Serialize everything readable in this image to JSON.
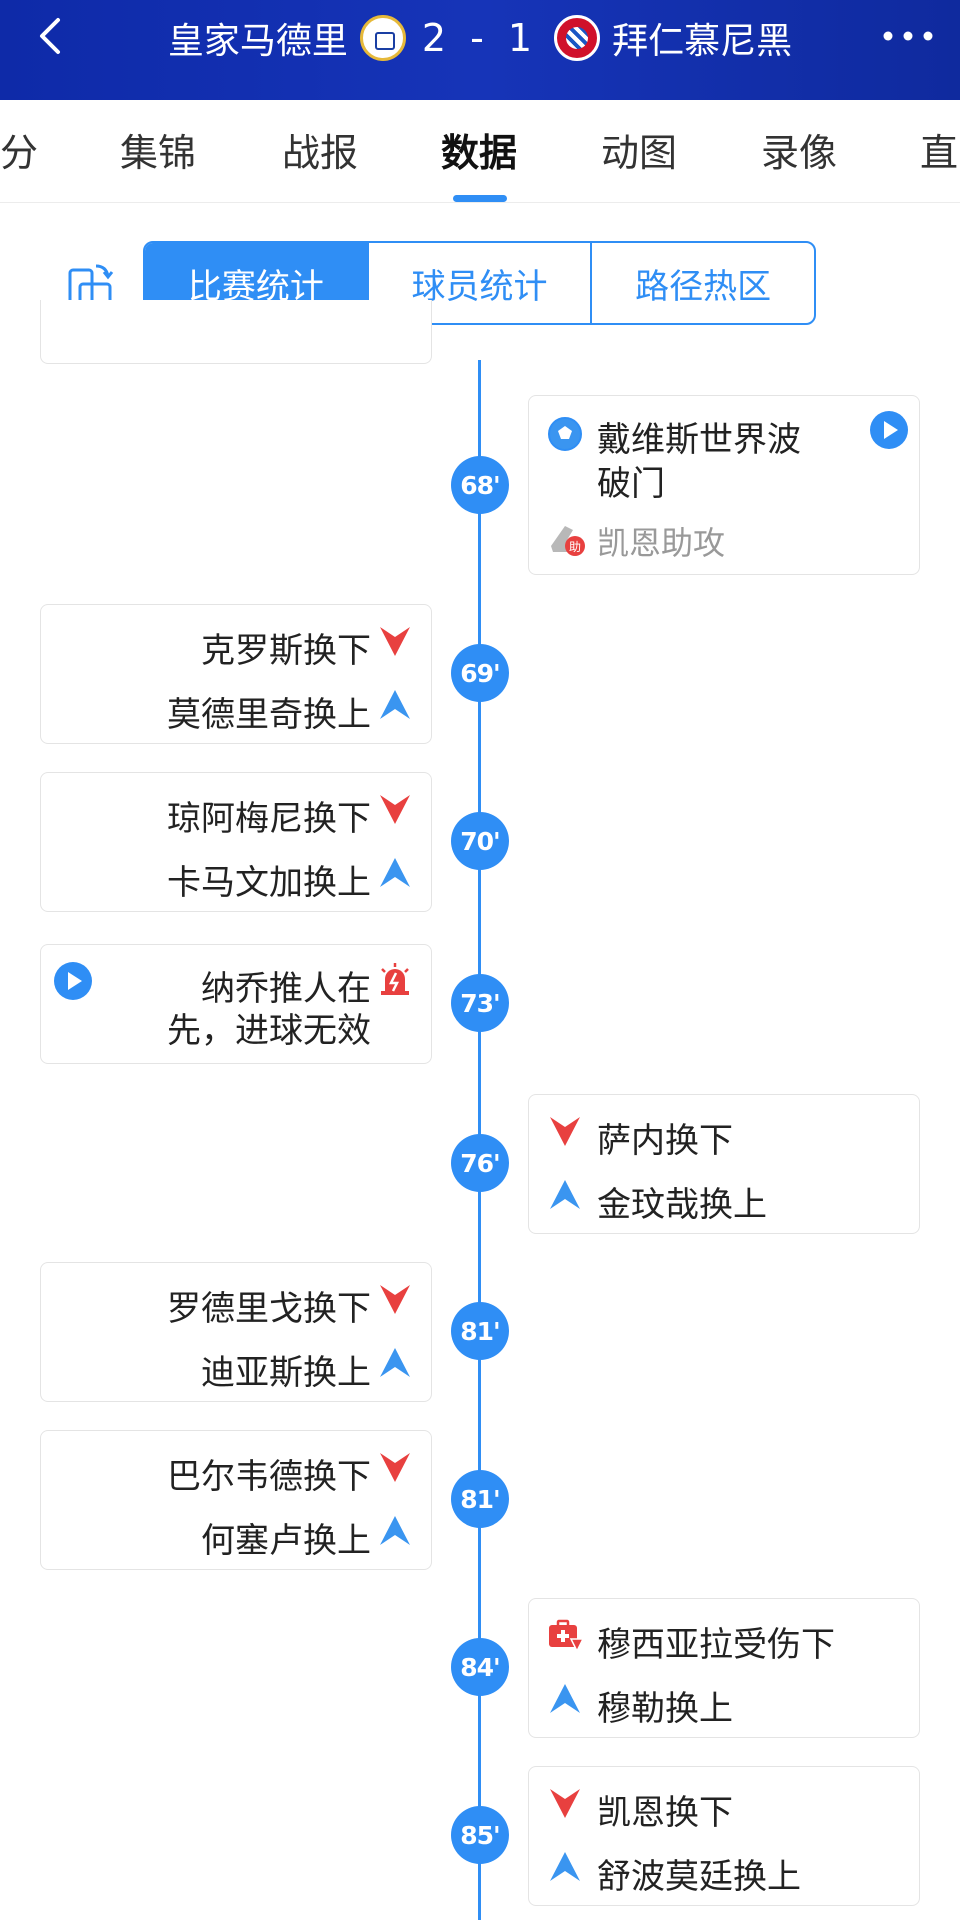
{
  "header": {
    "home_team": "皇家马德里",
    "score": "2 - 1",
    "away_team": "拜仁慕尼黑"
  },
  "tabs": [
    "分",
    "集锦",
    "战报",
    "数据",
    "动图",
    "录像",
    "直"
  ],
  "active_tab": "数据",
  "segments": [
    "比赛统计",
    "球员统计",
    "路径热区"
  ],
  "active_segment": "比赛统计",
  "events": [
    {
      "minute": "68'",
      "side": "right",
      "type": "goal",
      "line1": "戴维斯世界波",
      "line2": "破门",
      "assist": "凯恩助攻"
    },
    {
      "minute": "69'",
      "side": "left",
      "type": "sub",
      "off": "克罗斯换下",
      "on": "莫德里奇换上"
    },
    {
      "minute": "70'",
      "side": "left",
      "type": "sub",
      "off": "琼阿梅尼换下",
      "on": "卡马文加换上"
    },
    {
      "minute": "73'",
      "side": "left",
      "type": "var",
      "line1": "纳乔推人在",
      "line2": "先，进球无效"
    },
    {
      "minute": "76'",
      "side": "right",
      "type": "sub",
      "off": "萨内换下",
      "on": "金玟哉换上"
    },
    {
      "minute": "81'",
      "side": "left",
      "type": "sub",
      "off": "罗德里戈换下",
      "on": "迪亚斯换上"
    },
    {
      "minute": "81'",
      "side": "left",
      "type": "sub",
      "off": "巴尔韦德换下",
      "on": "何塞卢换上"
    },
    {
      "minute": "84'",
      "side": "right",
      "type": "injury",
      "off": "穆西亚拉受伤下",
      "on": "穆勒换上"
    },
    {
      "minute": "85'",
      "side": "right",
      "type": "sub",
      "off": "凯恩换下",
      "on": "舒波莫廷换上"
    }
  ],
  "colors": {
    "accent": "#2f8ef5",
    "header_bg": "#1634b8",
    "sub_off": "#e8403f",
    "sub_on": "#3a95f0"
  }
}
